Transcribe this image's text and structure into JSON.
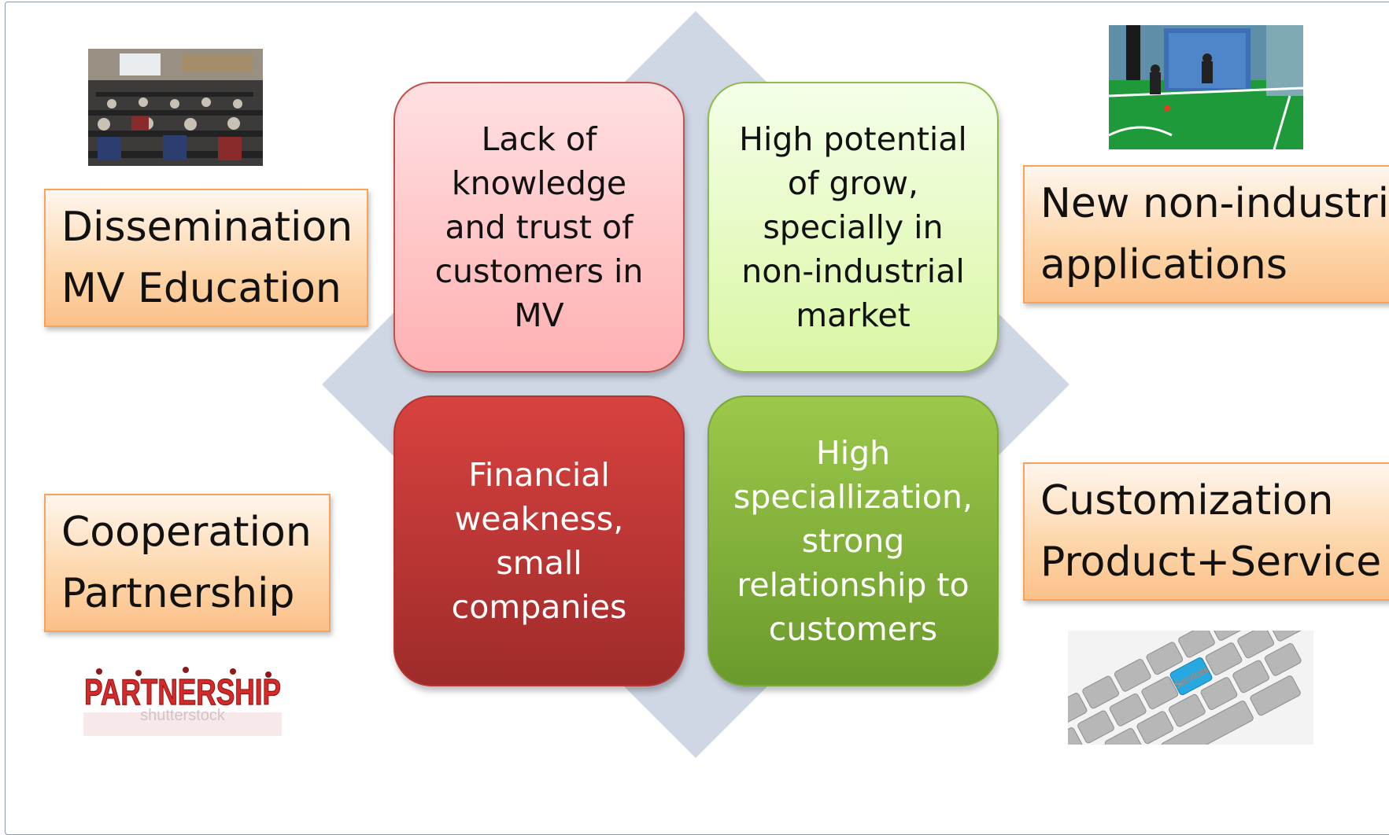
{
  "quadrants": {
    "top_left": "Lack of\nknowledge\nand trust of\ncustomers in\nMV",
    "top_right": "High potential\nof grow,\nspecially in\nnon-industrial\nmarket",
    "bottom_left": "Financial\nweakness,\nsmall\ncompanies",
    "bottom_right": "High\nspeciallization,\nstrong\nrelationship to\ncustomers"
  },
  "labels": {
    "top_left": [
      "Dissemination",
      "MV Education"
    ],
    "bottom_left": [
      "Cooperation",
      "Partnership"
    ],
    "top_right": [
      "New non-industrial",
      "applications"
    ],
    "bottom_right": [
      "Customization",
      "Product+Service"
    ]
  },
  "images": {
    "partnership_logo_text": "PARTNERSHIP",
    "partnership_watermark": "shutterstock",
    "keyboard_key_text": "Services"
  },
  "colors": {
    "diamond": "#cfd7e5",
    "threat_light": "#ffb0b2",
    "threat_dark": "#c0504d",
    "opportunity_light": "#d9f6a3",
    "opportunity_dark": "#7aa73a",
    "label_fill": "#fbc08a",
    "label_border": "#f7a35c"
  }
}
